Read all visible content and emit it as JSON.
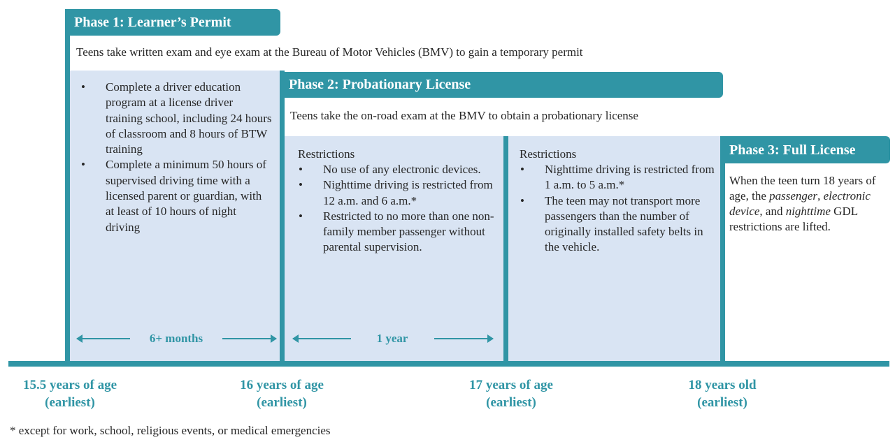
{
  "phase1": {
    "title": "Phase 1: Learner’s Permit",
    "intro": "Teens take written exam and eye exam at the Bureau of Motor Vehicles (BMV) to gain a temporary permit",
    "bullets": [
      "Complete a driver education program at a license driver training school, including 24 hours of classroom and 8 hours of BTW training",
      "Complete a minimum 50 hours of supervised driving time with a licensed parent or guardian, with at least of 10 hours of night driving"
    ],
    "duration": "6+ months"
  },
  "phase2": {
    "title": "Phase 2: Probationary License",
    "intro": "Teens take the on-road exam at the BMV to obtain a probationary license",
    "first_period": {
      "heading": "Restrictions",
      "bullets": [
        "No use of any electronic devices.",
        "Nighttime driving is restricted from 12 a.m. and 6 a.m.*",
        "Restricted to no more than one non-family member passenger without parental supervision."
      ],
      "duration": "1 year"
    },
    "second_period": {
      "heading": "Restrictions",
      "bullets": [
        "Nighttime driving is restricted from 1 a.m. to 5 a.m.*",
        "The teen may not transport more passengers than the number of originally installed safety belts in the vehicle."
      ]
    }
  },
  "phase3": {
    "title": "Phase 3: Full License",
    "text_parts": [
      "When the teen turn 18 years of age, the ",
      "passenger",
      ", ",
      "electronic device",
      ", and ",
      "nighttime",
      " GDL restrictions are lifted."
    ]
  },
  "ages": [
    {
      "line1": "15.5 years of age",
      "line2": "(earliest)"
    },
    {
      "line1": "16 years of age",
      "line2": "(earliest)"
    },
    {
      "line1": "17 years of age",
      "line2": "(earliest)"
    },
    {
      "line1": "18 years old",
      "line2": "(earliest)"
    }
  ],
  "footnote": "* except for work, school, religious events, or medical emergencies",
  "colors": {
    "accent": "#3095a5",
    "panel": "#d9e4f3",
    "text": "#262626"
  }
}
